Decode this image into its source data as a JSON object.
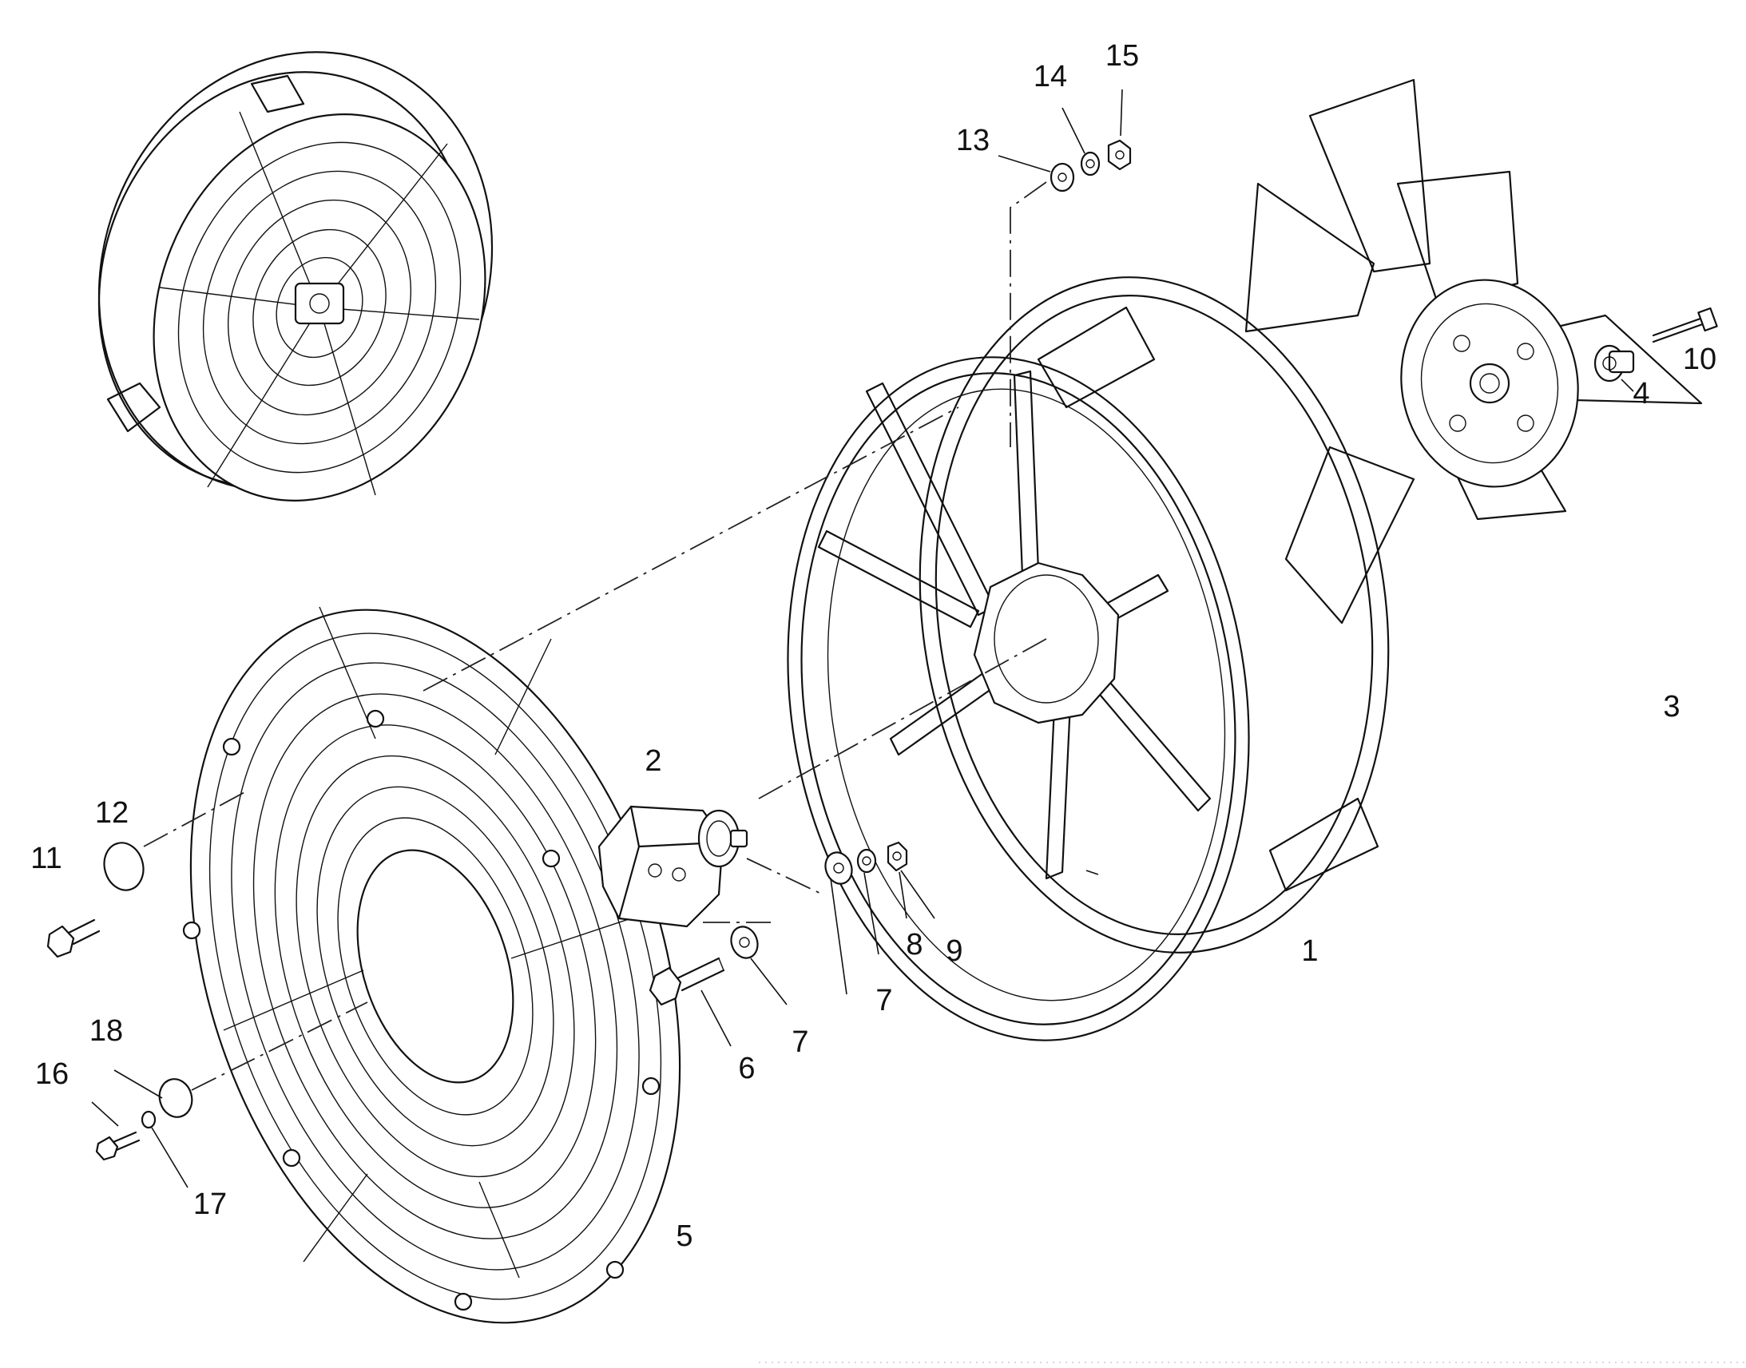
{
  "diagram": {
    "type": "exploded-parts-view",
    "callouts": [
      {
        "id": "c1",
        "label": "1"
      },
      {
        "id": "c2",
        "label": "2"
      },
      {
        "id": "c3",
        "label": "3"
      },
      {
        "id": "c4",
        "label": "4"
      },
      {
        "id": "c5",
        "label": "5"
      },
      {
        "id": "c6",
        "label": "6"
      },
      {
        "id": "c7a",
        "label": "7"
      },
      {
        "id": "c7b",
        "label": "7"
      },
      {
        "id": "c8",
        "label": "8"
      },
      {
        "id": "c9",
        "label": "9"
      },
      {
        "id": "c10",
        "label": "10"
      },
      {
        "id": "c11",
        "label": "11"
      },
      {
        "id": "c12",
        "label": "12"
      },
      {
        "id": "c13",
        "label": "13"
      },
      {
        "id": "c14",
        "label": "14"
      },
      {
        "id": "c15",
        "label": "15"
      },
      {
        "id": "c16",
        "label": "16"
      },
      {
        "id": "c17",
        "label": "17"
      },
      {
        "id": "c18",
        "label": "18"
      }
    ],
    "parts": [
      "assembled-fan-icon",
      "fan-housing-ring",
      "hydraulic-motor",
      "fan-impeller",
      "hub-spacer",
      "long-bolt",
      "protective-grille",
      "motor-bolt",
      "flat-washer",
      "lock-washer",
      "hex-nut",
      "grille-bolt",
      "grille-washer",
      "top-washer",
      "top-lock-washer",
      "top-hex-nut",
      "small-bolt",
      "small-lock-washer",
      "large-washer"
    ]
  }
}
